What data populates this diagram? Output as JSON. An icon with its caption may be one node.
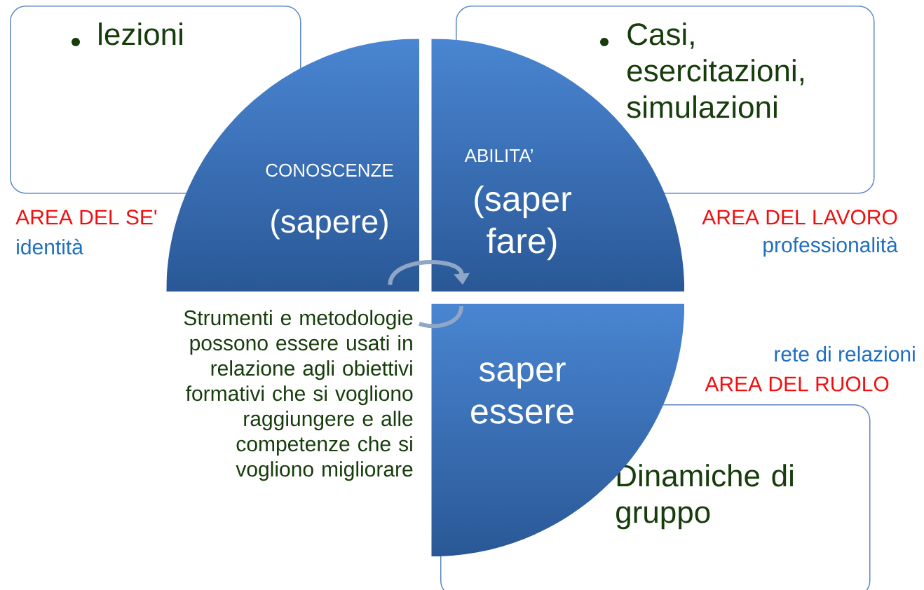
{
  "diagram": {
    "nodes": [
      {
        "text": [
          "lezioni"
        ]
      },
      {
        "text": [
          "Casi, esercitazioni, simulazioni"
        ]
      },
      {
        "text": [
          "Dinamiche di gruppo"
        ]
      },
      {
        "text": [
          "CONOSCENZE",
          "(sapere)"
        ]
      },
      {
        "text": [
          "ABILITA’",
          "(saper fare)"
        ]
      },
      {
        "text": [
          "saper essere"
        ]
      }
    ],
    "edges": [
      {
        "from": 3,
        "to": 4,
        "arrow": "to"
      }
    ],
    "labels": [
      "AREA DEL SE'",
      "identità",
      "AREA DEL LAVORO",
      "professionalità",
      "rete di relazioni",
      "AREA DEL RUOLO",
      "Strumenti e metodologie possono essere usati in relazione agli obiettivi formativi che si vogliono raggiungere e alle competenze che si vogliono migliorare"
    ]
  }
}
